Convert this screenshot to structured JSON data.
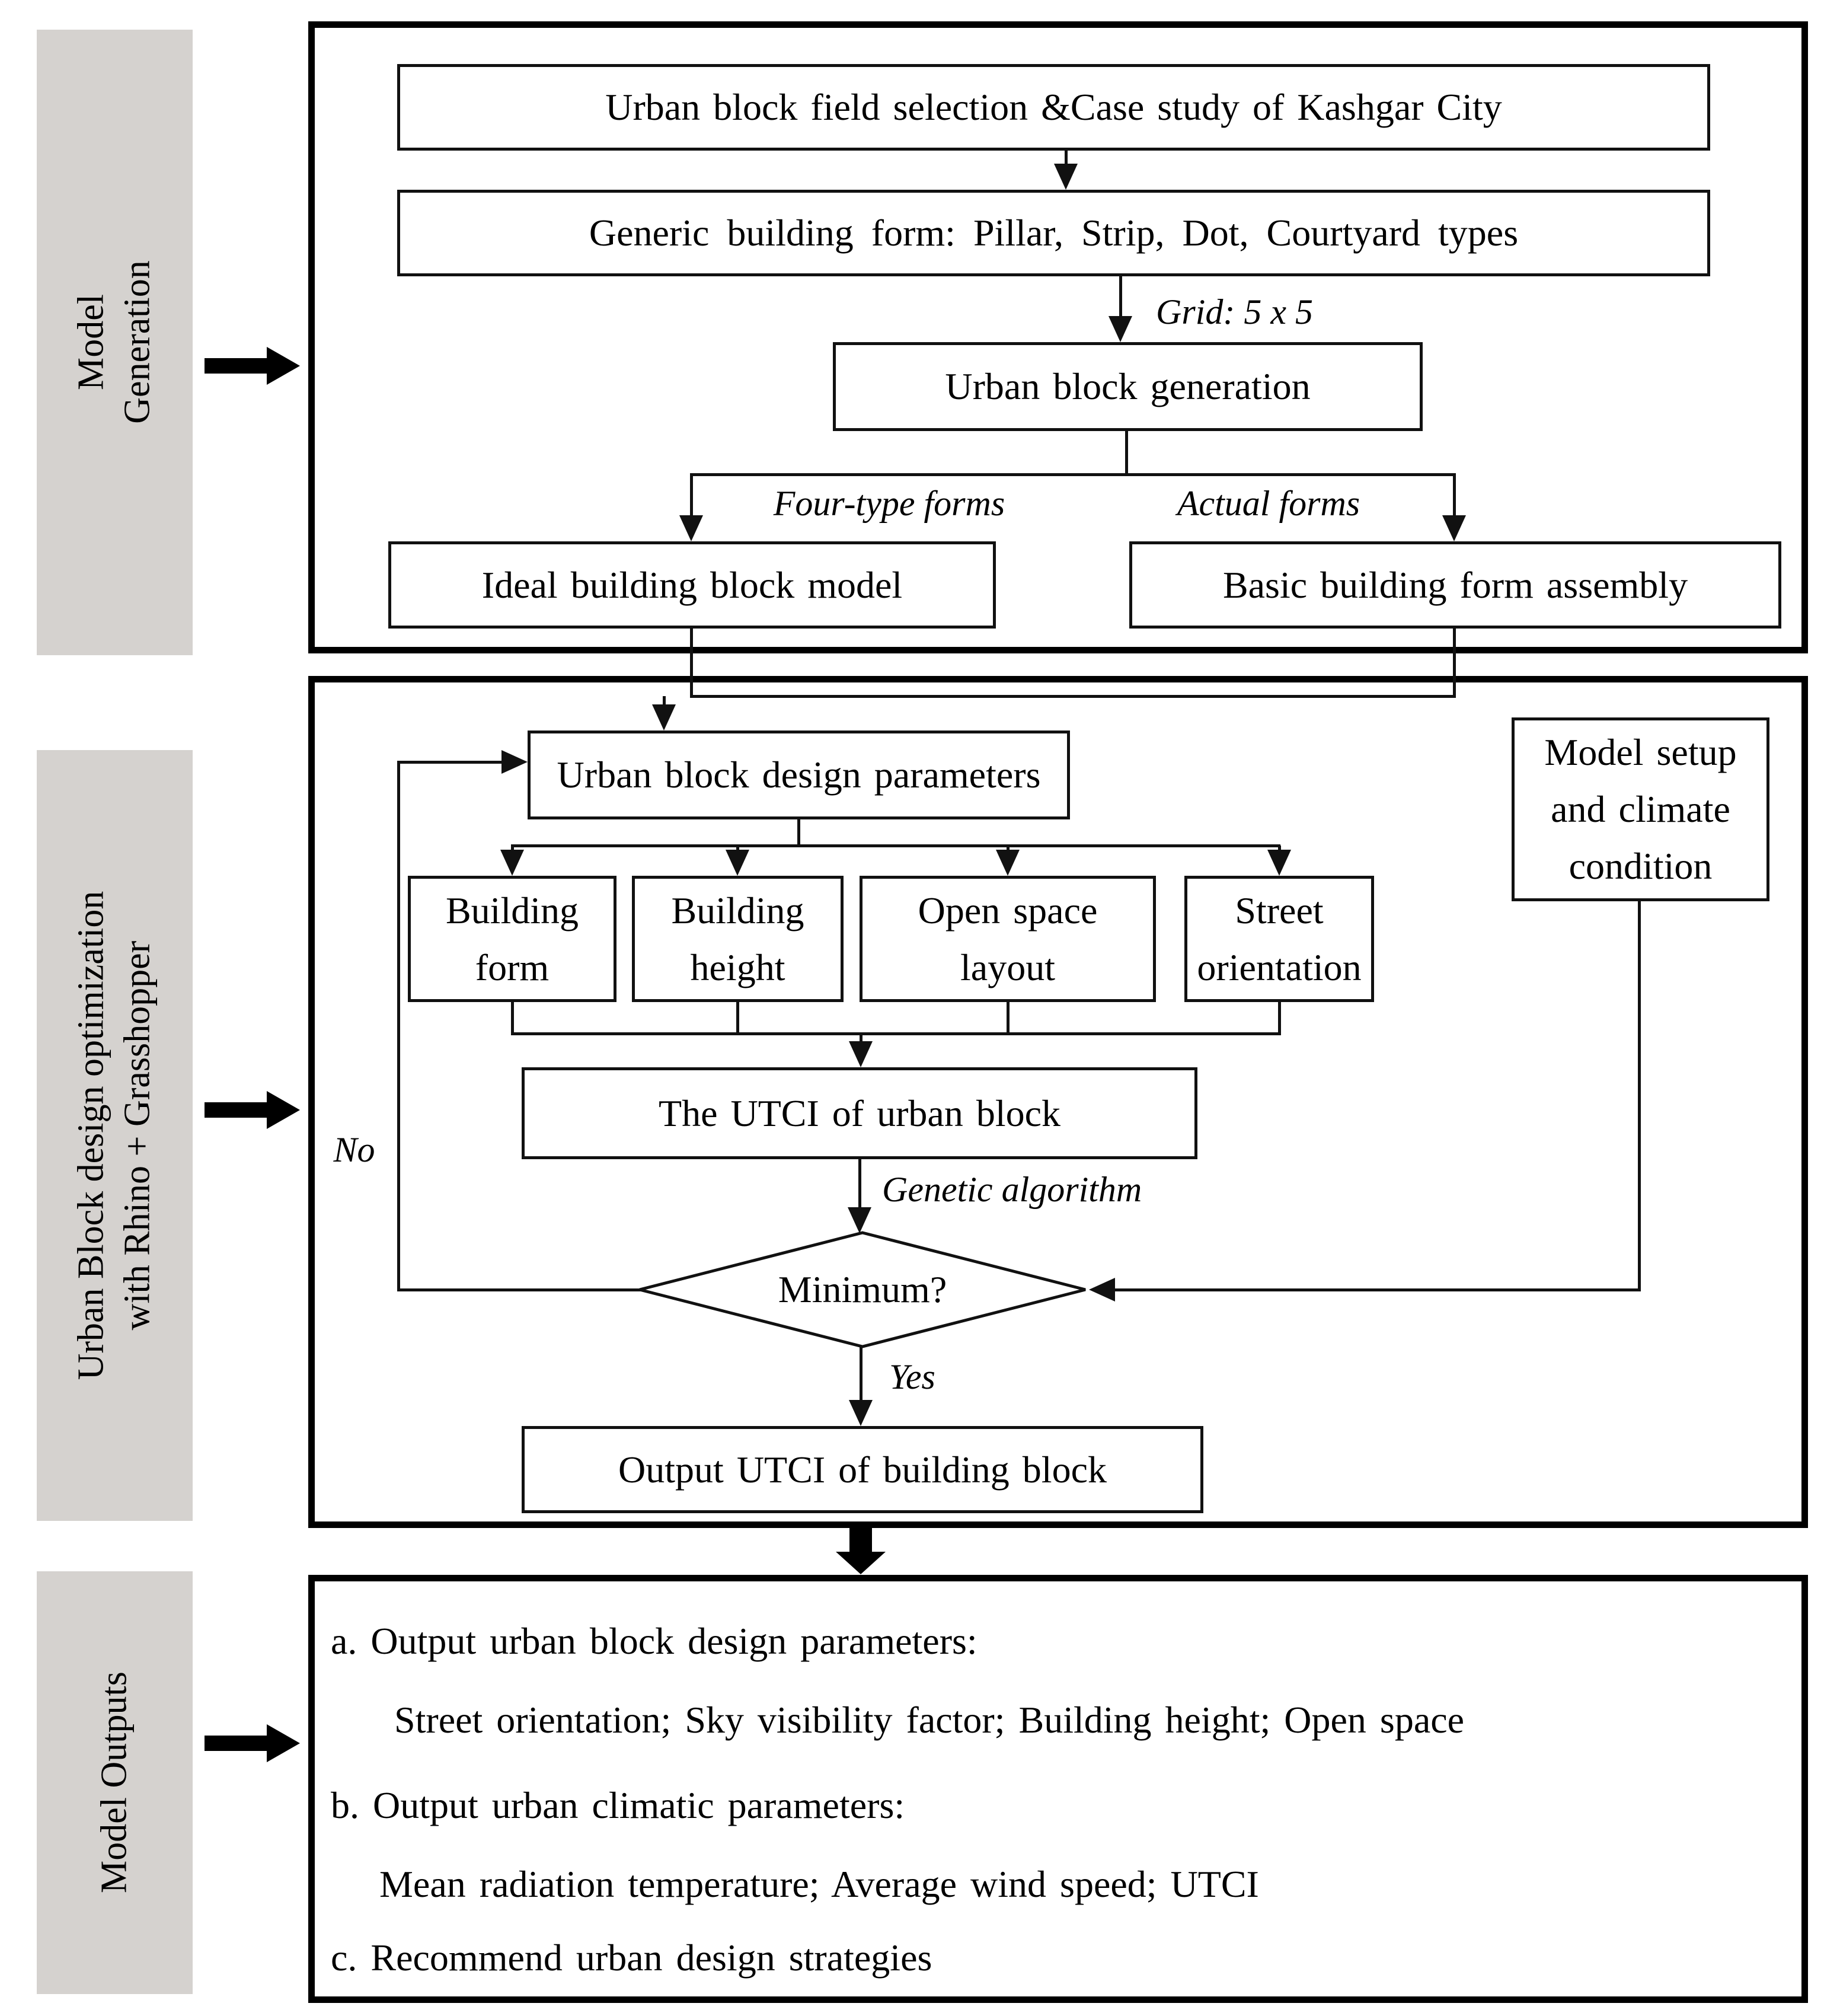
{
  "colors": {
    "sidebar_bg": "#d5d2cf",
    "ink": "#000000"
  },
  "sidebars": {
    "model_generation": {
      "line1": "Model",
      "line2": "Generation"
    },
    "optimization": {
      "line1": "Urban Block design optimization",
      "line2": "with Rhino + Grasshopper"
    },
    "model_outputs": {
      "line1": "Model Outputs"
    }
  },
  "section1": {
    "field_selection": "Urban block field selection &Case study of Kashgar City",
    "generic_form": "Generic building form: Pillar, Strip, Dot, Courtyard types",
    "grid_label": "Grid: 5 x 5",
    "block_generation": "Urban block generation",
    "four_type_label": "Four-type forms",
    "actual_label": "Actual forms",
    "ideal_model": "Ideal building block model",
    "basic_assembly": "Basic building form assembly"
  },
  "section2": {
    "design_parameters": "Urban block design parameters",
    "building_form": "Building form",
    "building_height": "Building height",
    "open_space": "Open space layout",
    "street_orientation": "Street orientation",
    "model_setup": "Model setup and climate condition",
    "utci": "The UTCI of urban block",
    "genetic_label": "Genetic algorithm",
    "minimum": "Minimum?",
    "no_label": "No",
    "yes_label": "Yes",
    "output_utci": "Output UTCI of building block"
  },
  "section3": {
    "line_a": "a. Output urban block design parameters:",
    "line_a_detail": "Street orientation; Sky visibility factor; Building height; Open space",
    "line_b": "b. Output urban climatic parameters:",
    "line_b_detail": "Mean radiation temperature; Average wind speed; UTCI",
    "line_c": "c. Recommend urban design strategies"
  }
}
